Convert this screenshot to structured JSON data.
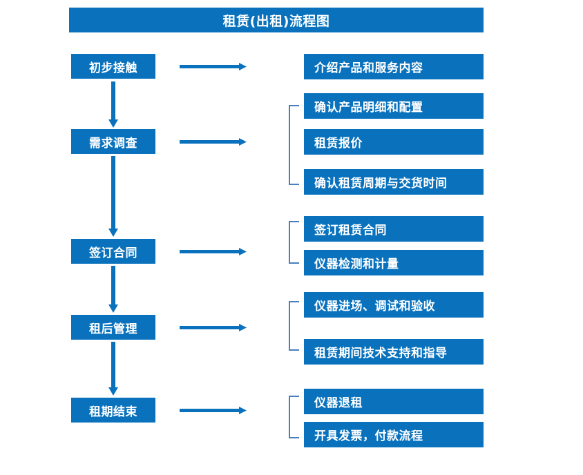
{
  "diagram": {
    "title": "租赁(出租)流程图",
    "accent_color": "#0A72BD",
    "bracket_color": "#4A7FBF",
    "text_color": "#FFFFFF",
    "background_color": "#FFFFFF",
    "stages": [
      {
        "label": "初步接触"
      },
      {
        "label": "需求调查"
      },
      {
        "label": "签订合同"
      },
      {
        "label": "租后管理"
      },
      {
        "label": "租期结束"
      }
    ],
    "details": [
      {
        "label": "介绍产品和服务内容"
      },
      {
        "label": "确认产品明细和配置"
      },
      {
        "label": "租赁报价"
      },
      {
        "label": "确认租赁周期与交货时间"
      },
      {
        "label": "签订租赁合同"
      },
      {
        "label": "仪器检测和计量"
      },
      {
        "label": "仪器进场、调试和验收"
      },
      {
        "label": "租赁期间技术支持和指导"
      },
      {
        "label": "仪器退租"
      },
      {
        "label": "开具发票，付款流程"
      }
    ],
    "connectors": {
      "right_arrows": 5,
      "down_arrows": 4,
      "brackets": 4
    }
  }
}
